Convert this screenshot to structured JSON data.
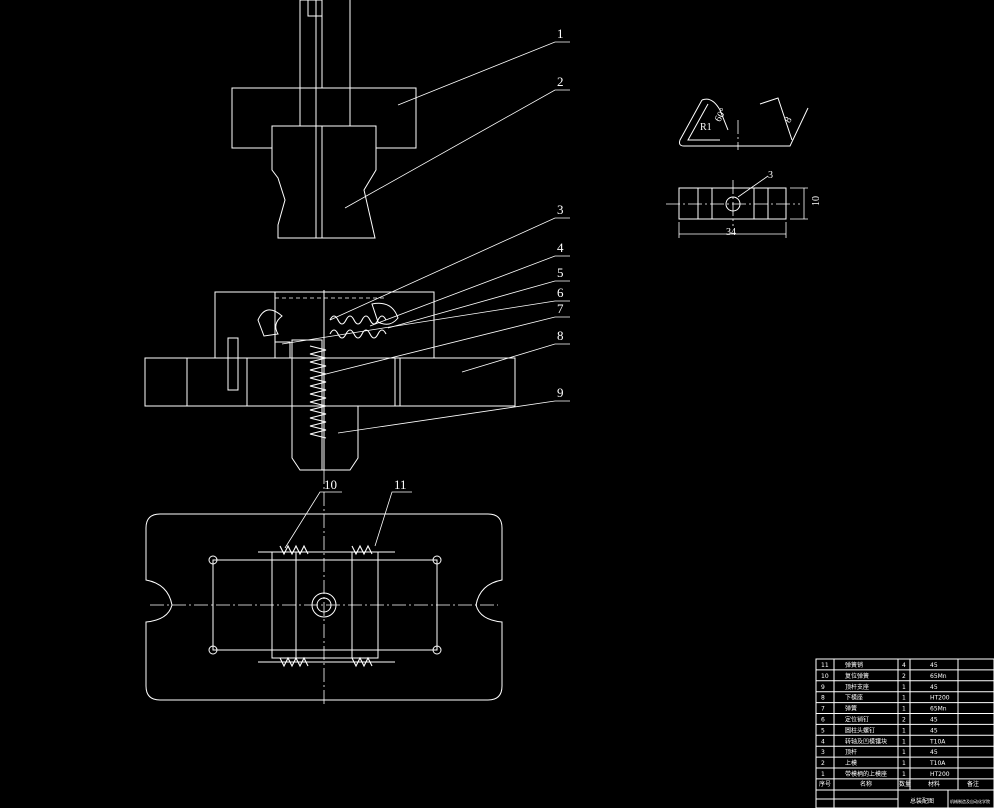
{
  "drawing": {
    "part_callouts": [
      "1",
      "2",
      "3",
      "4",
      "5",
      "6",
      "7",
      "8",
      "9",
      "10",
      "11"
    ],
    "detail_dims": {
      "radius": "R1",
      "angle": "60°",
      "side": "8",
      "hole": "3",
      "height": "10",
      "length": "34"
    }
  },
  "bom": {
    "rows": [
      {
        "no": "11",
        "name": "弹簧销",
        "qty": "4",
        "mat": "45"
      },
      {
        "no": "10",
        "name": "复位弹簧",
        "qty": "2",
        "mat": "65Mn"
      },
      {
        "no": "9",
        "name": "顶杆支座",
        "qty": "1",
        "mat": "45"
      },
      {
        "no": "8",
        "name": "下模座",
        "qty": "1",
        "mat": "HT200"
      },
      {
        "no": "7",
        "name": "弹簧",
        "qty": "1",
        "mat": "65Mn"
      },
      {
        "no": "6",
        "name": "定位销钉",
        "qty": "2",
        "mat": "45"
      },
      {
        "no": "5",
        "name": "圆柱头螺钉",
        "qty": "1",
        "mat": "45"
      },
      {
        "no": "4",
        "name": "转轴及凹模镶块",
        "qty": "1",
        "mat": "T10A"
      },
      {
        "no": "3",
        "name": "顶杆",
        "qty": "1",
        "mat": "45"
      },
      {
        "no": "2",
        "name": "上模",
        "qty": "1",
        "mat": "T10A"
      },
      {
        "no": "1",
        "name": "带模柄的上模座",
        "qty": "1",
        "mat": "HT200"
      }
    ],
    "header": {
      "no": "序号",
      "name": "名称",
      "qty": "数量",
      "mat": "材料",
      "remark": "备注"
    },
    "title_block": {
      "drawing_title": "总装配图",
      "school": "机械制造及自动化学院"
    }
  }
}
